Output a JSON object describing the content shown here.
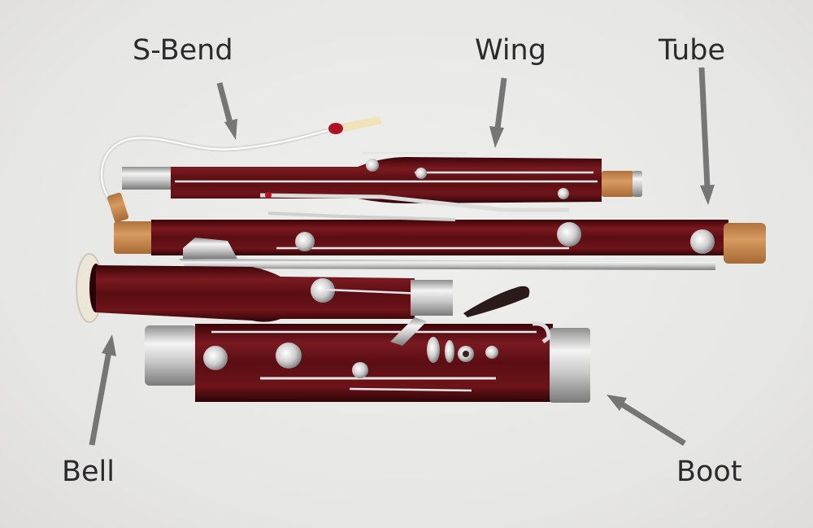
{
  "image": {
    "subject": "Disassembled bassoon with labeled parts",
    "background_color": "#ebebea",
    "wood_color": "#5e0f14",
    "metal_color": "#d9d9d9",
    "cork_color": "#c98a4f",
    "arrow_color": "#767676",
    "label_color": "#2b2b2b"
  },
  "labels": [
    {
      "id": "s-bend",
      "text": "S-Bend"
    },
    {
      "id": "wing",
      "text": "Wing"
    },
    {
      "id": "tube",
      "text": "Tube"
    },
    {
      "id": "bell",
      "text": "Bell"
    },
    {
      "id": "boot",
      "text": "Boot"
    }
  ]
}
